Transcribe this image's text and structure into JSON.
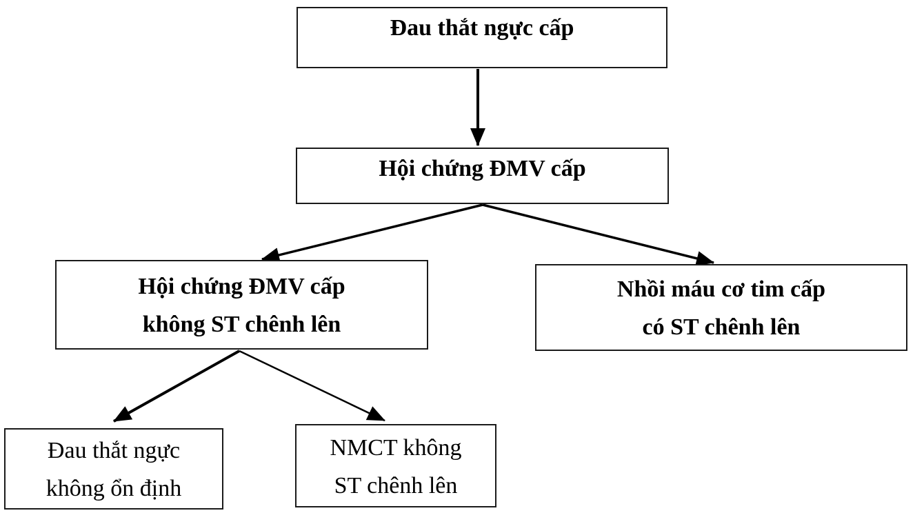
{
  "diagram": {
    "type": "flowchart",
    "language": "Vietnamese",
    "nodes": {
      "top": {
        "line1": "Đau thắt ngực cấp"
      },
      "acs": {
        "line1": "Hội chứng ĐMV cấp"
      },
      "nste_acs": {
        "line1": "Hội chứng ĐMV cấp",
        "line2": "không ST chênh lên"
      },
      "ste_mi": {
        "line1": "Nhồi máu cơ tim cấp",
        "line2": "có ST chênh lên"
      },
      "unstable_angina": {
        "line1": "Đau thắt ngực",
        "line2": "không ổn định"
      },
      "nstemi": {
        "line1": "NMCT không",
        "line2": "ST chênh lên"
      }
    },
    "edges": [
      {
        "from": "Đau thắt ngực cấp",
        "to": "Hội chứng ĐMV cấp"
      },
      {
        "from": "Hội chứng ĐMV cấp",
        "to": "Hội chứng ĐMV cấp không ST chênh lên"
      },
      {
        "from": "Hội chứng ĐMV cấp",
        "to": "Nhồi máu cơ tim cấp có ST chênh lên"
      },
      {
        "from": "Hội chứng ĐMV cấp không ST chênh lên",
        "to": "Đau thắt ngực không ổn định"
      },
      {
        "from": "Hội chứng ĐMV cấp không ST chênh lên",
        "to": "NMCT không ST chênh lên"
      }
    ],
    "colors": {
      "background": "#ffffff",
      "box_fill": "#ffffff",
      "box_border": "#1a1a1a",
      "text": "#000000",
      "arrow": "#000000"
    }
  }
}
